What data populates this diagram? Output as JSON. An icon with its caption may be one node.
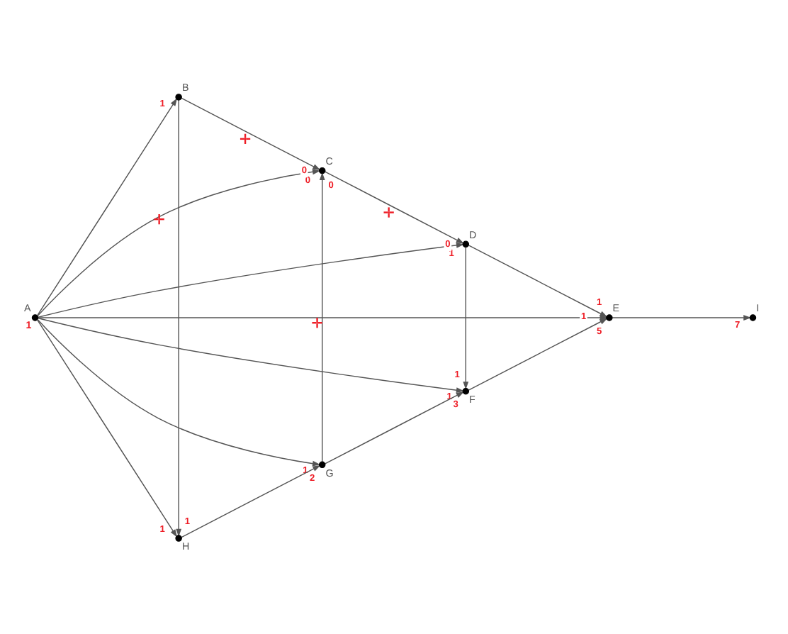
{
  "diagram": {
    "nodes": [
      {
        "text": [
          "A"
        ],
        "beside": [
          "1"
        ]
      },
      {
        "text": [
          "B"
        ]
      },
      {
        "text": [
          "C"
        ]
      },
      {
        "text": [
          "D"
        ]
      },
      {
        "text": [
          "E"
        ]
      },
      {
        "text": [
          "F"
        ]
      },
      {
        "text": [
          "G"
        ]
      },
      {
        "text": [
          "H"
        ]
      },
      {
        "text": [
          "I"
        ]
      }
    ],
    "edges": [
      {
        "from": 0,
        "to": 1,
        "arrow": "to",
        "label": "1"
      },
      {
        "from": 0,
        "to": 2,
        "arrow": "to",
        "label": "0"
      },
      {
        "from": 0,
        "to": 3,
        "arrow": "to",
        "label": "1"
      },
      {
        "from": 0,
        "to": 4,
        "arrow": "to",
        "label": "1"
      },
      {
        "from": 0,
        "to": 5,
        "arrow": "to",
        "label": "1"
      },
      {
        "from": 0,
        "to": 6,
        "arrow": "to",
        "label": "1"
      },
      {
        "from": 0,
        "to": 7,
        "arrow": "to",
        "label": "1"
      },
      {
        "from": 1,
        "to": 2,
        "arrow": "to",
        "label": "0"
      },
      {
        "from": 1,
        "to": 7,
        "arrow": "to",
        "label": "1"
      },
      {
        "from": 2,
        "to": 3,
        "arrow": "to",
        "label": "0"
      },
      {
        "from": 3,
        "to": 4,
        "arrow": "to",
        "label": "1"
      },
      {
        "from": 3,
        "to": 5,
        "arrow": "to",
        "label": "1"
      },
      {
        "from": 5,
        "to": 4,
        "arrow": "to",
        "label": "5"
      },
      {
        "from": 4,
        "to": 8,
        "arrow": "to",
        "label": "7"
      },
      {
        "from": 6,
        "to": 2,
        "arrow": "to",
        "label": "0"
      },
      {
        "from": 6,
        "to": 5,
        "arrow": "to",
        "label": "3"
      },
      {
        "from": 7,
        "to": 6,
        "arrow": "to",
        "label": "2"
      }
    ]
  }
}
